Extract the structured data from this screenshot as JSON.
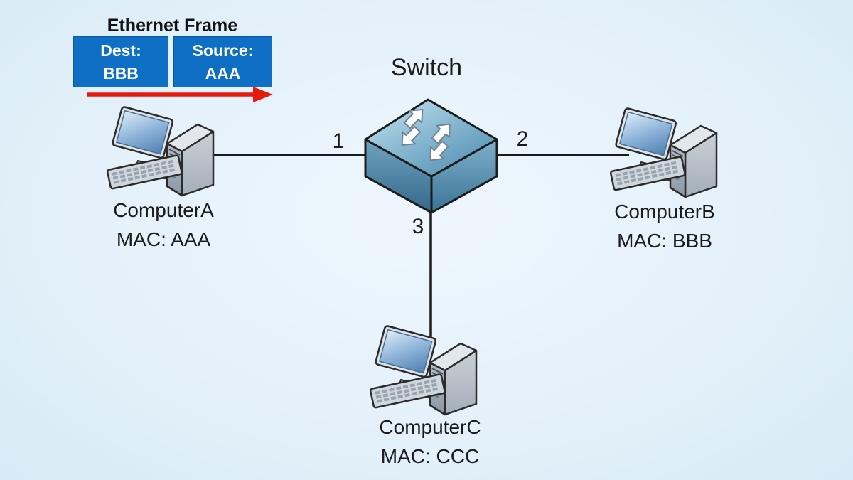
{
  "ethernet_frame": {
    "title": "Ethernet Frame",
    "fields": [
      {
        "label": "Dest:",
        "value": "BBB"
      },
      {
        "label": "Source:",
        "value": "AAA"
      }
    ],
    "box_color": "#0f6fc4",
    "text_color": "#ffffff",
    "arrow_color": "#e51a0e",
    "arrow_direction": "right"
  },
  "switch": {
    "label": "Switch",
    "icon": "network-switch-icon",
    "ports": [
      {
        "number": "1",
        "connected_to": "ComputerA"
      },
      {
        "number": "2",
        "connected_to": "ComputerB"
      },
      {
        "number": "3",
        "connected_to": "ComputerC"
      }
    ]
  },
  "computers": [
    {
      "name": "ComputerA",
      "mac": "MAC: AAA",
      "icon": "desktop-computer-icon"
    },
    {
      "name": "ComputerB",
      "mac": "MAC: BBB",
      "icon": "desktop-computer-icon"
    },
    {
      "name": "ComputerC",
      "mac": "MAC: CCC",
      "icon": "desktop-computer-icon"
    }
  ],
  "colors": {
    "background": "#e4f1fa",
    "link_line": "#1b1b1b",
    "switch_top": "#8cbcd4",
    "switch_side": "#3a7092",
    "screen_blue": "#6f9fce"
  }
}
